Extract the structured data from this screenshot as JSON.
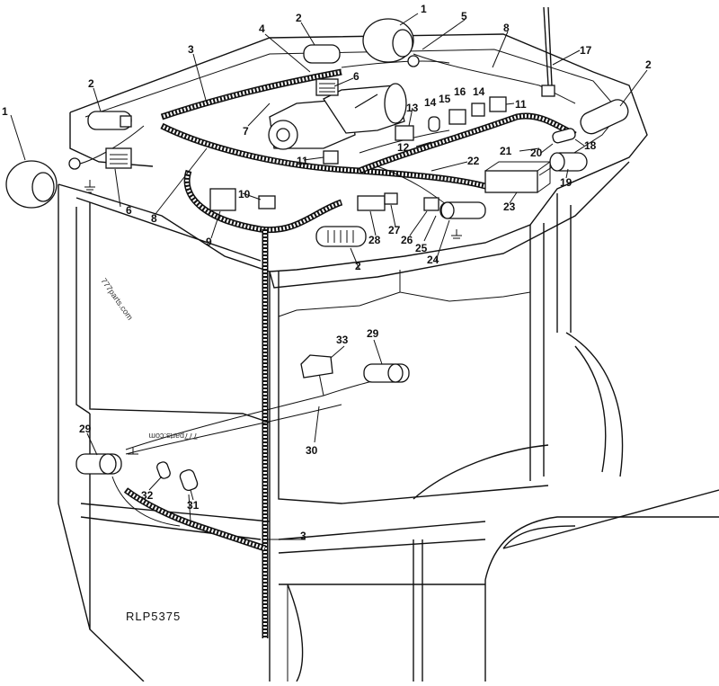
{
  "figure_code": "RLP5375",
  "watermarks": [
    "777parts.com",
    "777parts.com"
  ],
  "callouts": {
    "n1": "1",
    "n2": "2",
    "n3": "3",
    "n4": "4",
    "n5": "5",
    "n6": "6",
    "n7": "7",
    "n8": "8",
    "n9": "9",
    "n10": "10",
    "n11": "11",
    "n12": "12",
    "n13": "13",
    "n14": "14",
    "n15": "15",
    "n16": "16",
    "n17": "17",
    "n18": "18",
    "n19": "19",
    "n20": "20",
    "n21": "21",
    "n22": "22",
    "n23": "23",
    "n24": "24",
    "n25": "25",
    "n26": "26",
    "n27": "27",
    "n28": "28",
    "n29": "29",
    "n30": "30",
    "n31": "31",
    "n32": "32",
    "n33": "33"
  }
}
